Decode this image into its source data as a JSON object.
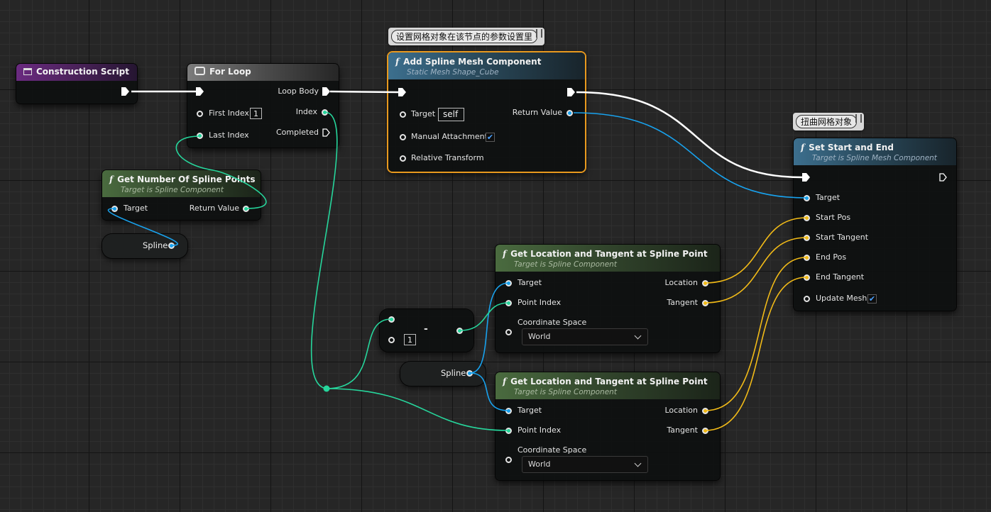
{
  "comments": {
    "add_spline_mesh": "设置网格对象在该节点的参数设置里",
    "set_start_end": "扭曲网格对象"
  },
  "construction_script": {
    "title": "Construction Script"
  },
  "for_loop": {
    "title": "For Loop",
    "first_index_label": "First Index",
    "first_index_value": "1",
    "last_index_label": "Last Index",
    "loop_body_label": "Loop Body",
    "index_label": "Index",
    "completed_label": "Completed"
  },
  "get_num_points": {
    "title": "Get Number Of Spline Points",
    "subtitle": "Target is Spline Component",
    "target_label": "Target",
    "return_label": "Return Value"
  },
  "spline_var_1": {
    "label": "Spline"
  },
  "spline_var_2": {
    "label": "Spline"
  },
  "add_spline_mesh": {
    "title": "Add Spline Mesh Component",
    "subtitle": "Static Mesh Shape_Cube",
    "target_label": "Target",
    "target_value": "self",
    "manual_label": "Manual Attachment",
    "manual_checked": "✔",
    "relative_label": "Relative Transform",
    "return_label": "Return Value"
  },
  "set_start_end": {
    "title": "Set Start and End",
    "subtitle": "Target is Spline Mesh Component",
    "target_label": "Target",
    "start_pos_label": "Start Pos",
    "start_tangent_label": "Start Tangent",
    "end_pos_label": "End Pos",
    "end_tangent_label": "End Tangent",
    "update_mesh_label": "Update Mesh",
    "update_mesh_checked": "✔"
  },
  "minus_node": {
    "operator": "-",
    "b_value": "1"
  },
  "get_loc_1": {
    "title": "Get Location and Tangent at Spline Point",
    "subtitle": "Target is Spline Component",
    "target_label": "Target",
    "point_index_label": "Point Index",
    "coord_label": "Coordinate Space",
    "coord_value": "World",
    "location_label": "Location",
    "tangent_label": "Tangent"
  },
  "get_loc_2": {
    "title": "Get Location and Tangent at Spline Point",
    "subtitle": "Target is Spline Component",
    "target_label": "Target",
    "point_index_label": "Point Index",
    "coord_label": "Coordinate Space",
    "coord_value": "World",
    "location_label": "Location",
    "tangent_label": "Tangent"
  },
  "colors": {
    "exec_wire": "#ffffff",
    "object_wire": "#18a2ee",
    "int_wire": "#26d69c",
    "vector_wire": "#f2bb18",
    "selection": "#e8991e"
  }
}
